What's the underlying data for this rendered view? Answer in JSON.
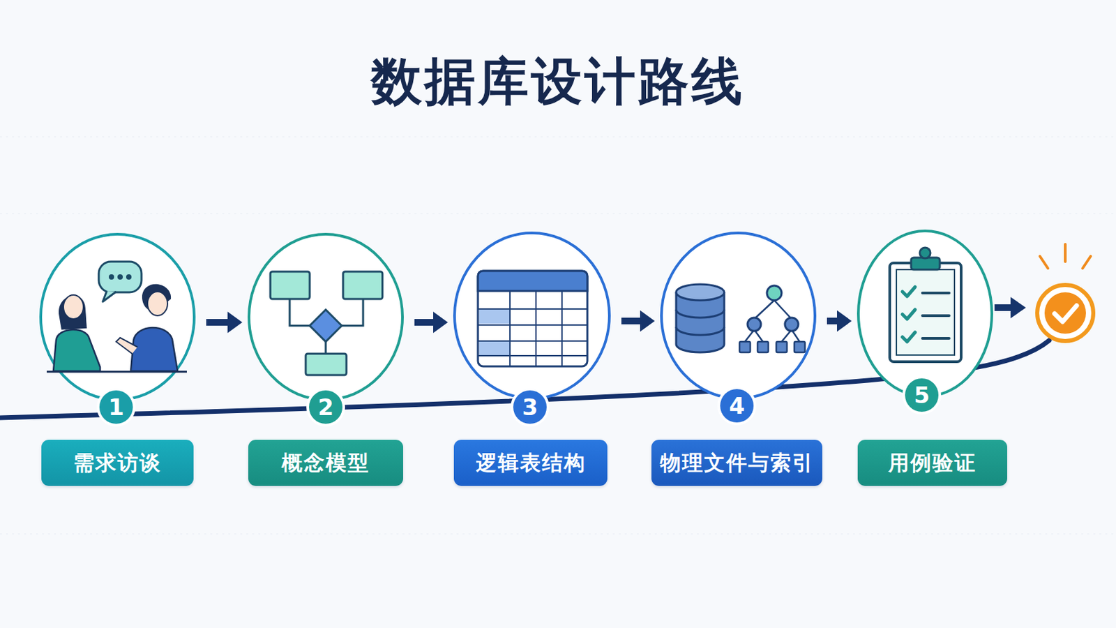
{
  "diagram": {
    "title": "数据库设计路线",
    "nodes": [
      {
        "text": [
          "1"
        ]
      },
      {
        "text": [
          "需求访谈"
        ]
      },
      {
        "text": [
          "2"
        ]
      },
      {
        "text": [
          "概念模型"
        ]
      },
      {
        "text": [
          "3"
        ]
      },
      {
        "text": [
          "逻辑表结构"
        ]
      },
      {
        "text": [
          "4"
        ]
      },
      {
        "text": [
          "物理文件与索引"
        ]
      },
      {
        "text": [
          "5"
        ]
      },
      {
        "text": [
          "用例验证"
        ]
      }
    ],
    "edges": [
      {
        "from": 0,
        "to": 2,
        "arrow": "to"
      },
      {
        "from": 2,
        "to": 4,
        "arrow": "to"
      },
      {
        "from": 4,
        "to": 6,
        "arrow": "to"
      },
      {
        "from": 6,
        "to": 8,
        "arrow": "to"
      }
    ]
  }
}
